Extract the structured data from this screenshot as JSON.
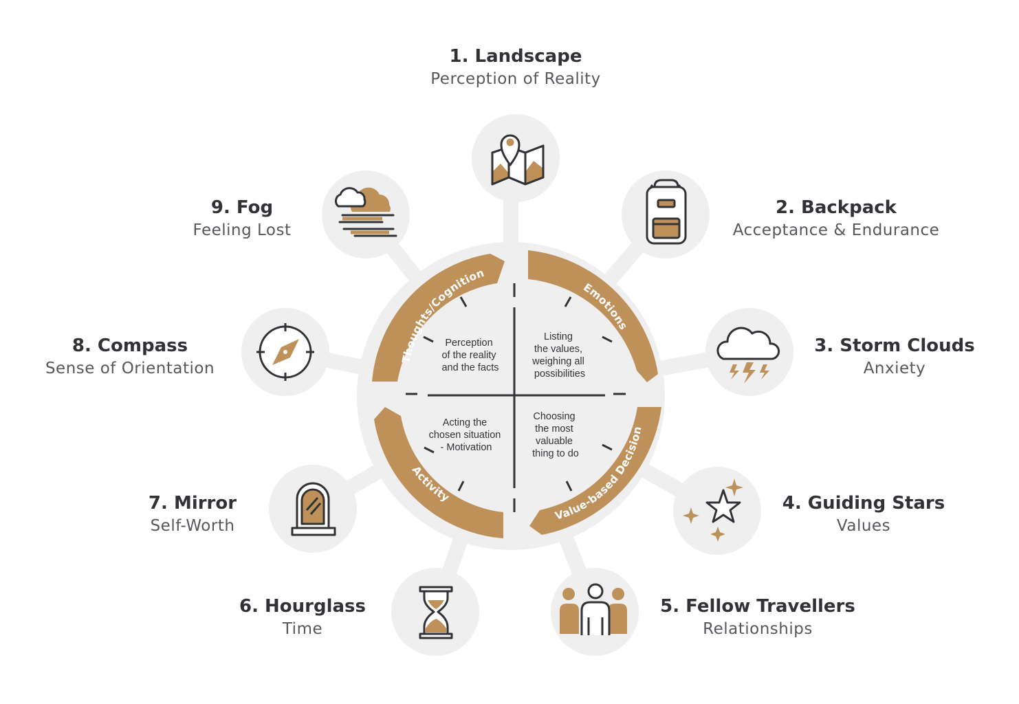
{
  "colors": {
    "accent": "#bf915a",
    "dark": "#303236",
    "bg": "#efefef",
    "subtext": "#55575b"
  },
  "elements": [
    {
      "id": "landscape",
      "title": "1. Landscape",
      "subtitle": "Perception of Reality",
      "icon": "map-icon"
    },
    {
      "id": "backpack",
      "title": "2. Backpack",
      "subtitle": "Acceptance & Endurance",
      "icon": "backpack-icon"
    },
    {
      "id": "storm-clouds",
      "title": "3. Storm Clouds",
      "subtitle": "Anxiety",
      "icon": "storm-cloud-icon"
    },
    {
      "id": "guiding-stars",
      "title": "4. Guiding Stars",
      "subtitle": "Values",
      "icon": "stars-icon"
    },
    {
      "id": "fellow-travellers",
      "title": "5. Fellow Travellers",
      "subtitle": "Relationships",
      "icon": "people-icon"
    },
    {
      "id": "hourglass",
      "title": "6. Hourglass",
      "subtitle": "Time",
      "icon": "hourglass-icon"
    },
    {
      "id": "mirror",
      "title": "7. Mirror",
      "subtitle": "Self-Worth",
      "icon": "mirror-icon"
    },
    {
      "id": "compass",
      "title": "8. Compass",
      "subtitle": "Sense of Orientation",
      "icon": "compass-icon"
    },
    {
      "id": "fog",
      "title": "9. Fog",
      "subtitle": "Feeling Lost",
      "icon": "fog-icon"
    }
  ],
  "quadrants": {
    "thoughts": {
      "arc": "Thoughts/Cognition",
      "lines": [
        "Perception",
        "of the reality",
        "and the facts"
      ]
    },
    "emotions": {
      "arc": "Emotions",
      "lines": [
        "Listing",
        "the values,",
        "weighing all",
        "possibilities"
      ]
    },
    "decision": {
      "arc": "Value-based Decision",
      "lines": [
        "Choosing",
        "the most",
        "valuable",
        "thing to do"
      ]
    },
    "activity": {
      "arc": "Activity",
      "lines": [
        "Acting the",
        "chosen situation",
        "- Motivation"
      ]
    }
  }
}
